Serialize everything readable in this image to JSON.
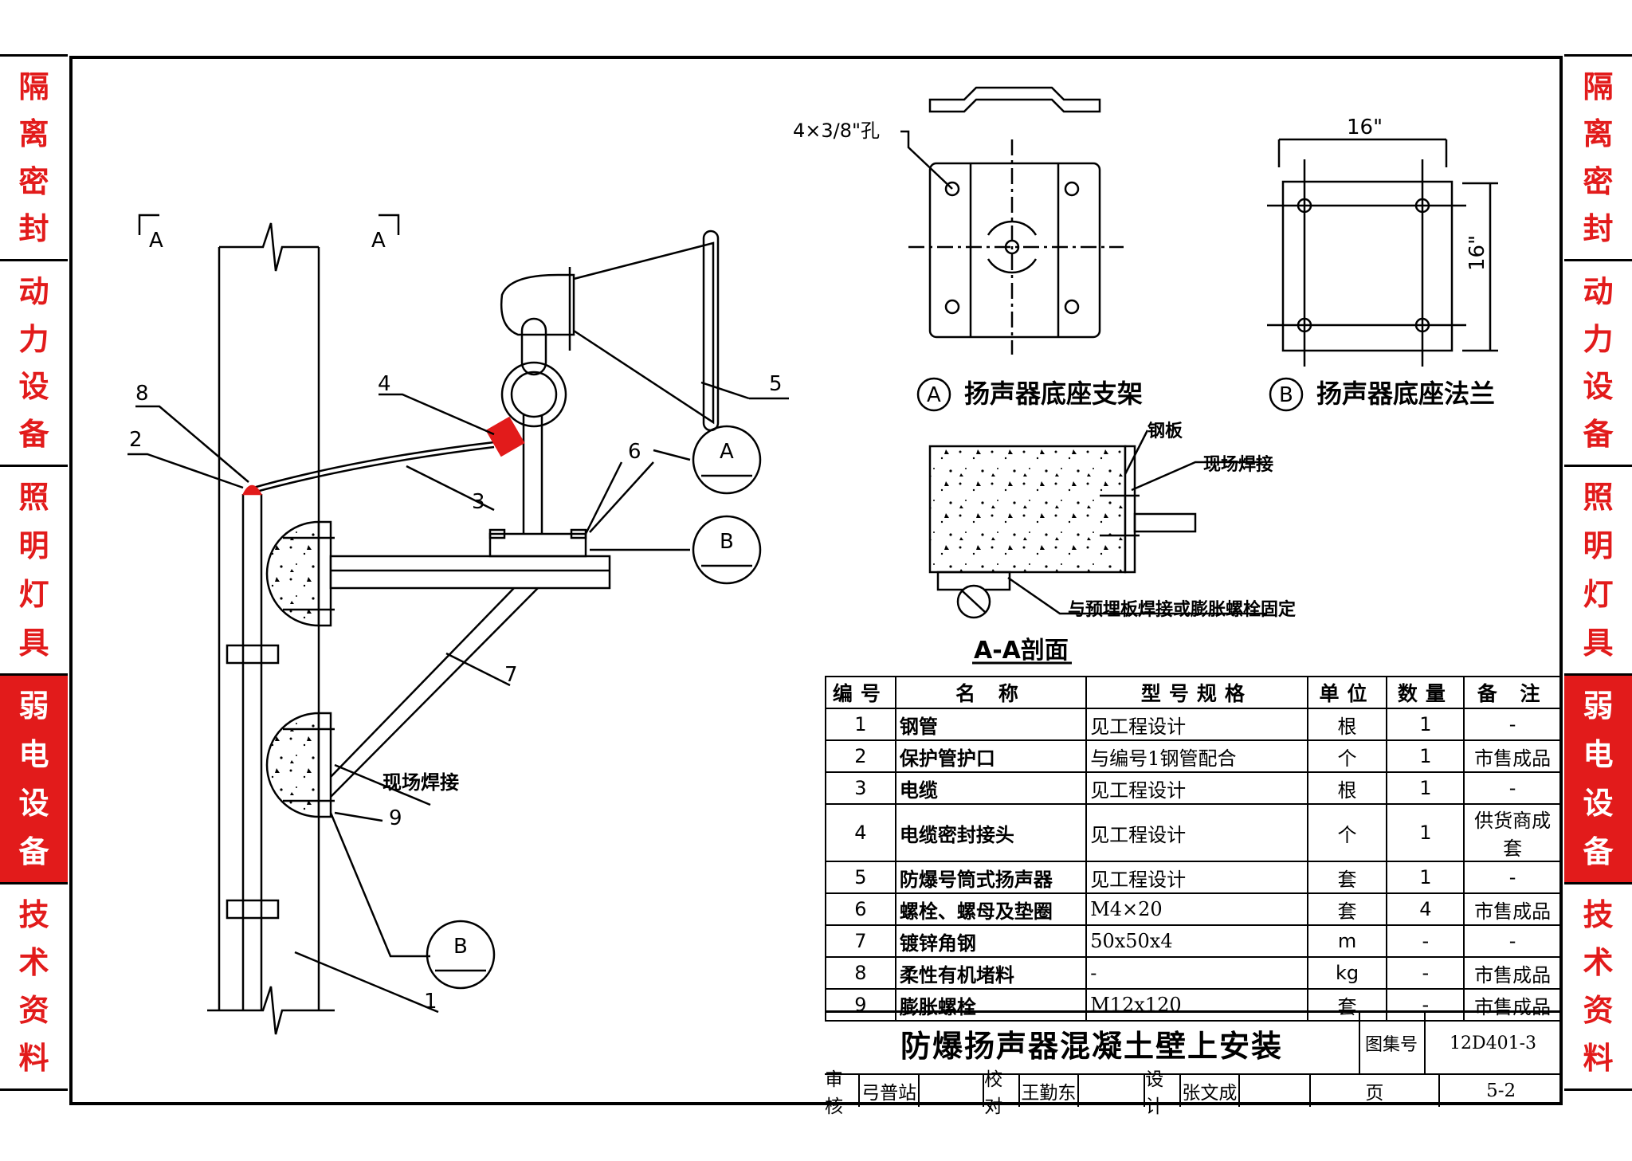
{
  "sidebar": {
    "sections": [
      {
        "label": "隔离密封",
        "active": false
      },
      {
        "label": "动力设备",
        "active": false
      },
      {
        "label": "照明灯具",
        "active": false
      },
      {
        "label": "弱电设备",
        "active": true
      },
      {
        "label": "技术资料",
        "active": false
      }
    ]
  },
  "drawing": {
    "callouts": [
      "1",
      "2",
      "3",
      "4",
      "5",
      "6",
      "7",
      "8",
      "9"
    ],
    "section_mark": "A",
    "detail_a_ref": "A",
    "detail_b_ref": "B",
    "field_weld": "现场焊接",
    "hole_note": "4×3/8\"孔",
    "dim_16": "16\"",
    "detail_a_title": "扬声器底座支架",
    "detail_b_title": "扬声器底座法兰",
    "steel_plate": "钢板",
    "section_weld": "现场焊接",
    "section_fix": "与预埋板焊接或膨胀螺栓固定",
    "section_title": "A-A剖面"
  },
  "table": {
    "headers": [
      "编号",
      "名 称",
      "型号规格",
      "单位",
      "数量",
      "备 注"
    ],
    "rows": [
      [
        "1",
        "钢管",
        "见工程设计",
        "根",
        "1",
        "-"
      ],
      [
        "2",
        "保护管护口",
        "与编号1钢管配合",
        "个",
        "1",
        "市售成品"
      ],
      [
        "3",
        "电缆",
        "见工程设计",
        "根",
        "1",
        "-"
      ],
      [
        "4",
        "电缆密封接头",
        "见工程设计",
        "个",
        "1",
        "供货商成套"
      ],
      [
        "5",
        "防爆号筒式扬声器",
        "见工程设计",
        "套",
        "1",
        "-"
      ],
      [
        "6",
        "螺栓、螺母及垫圈",
        "M4×20",
        "套",
        "4",
        "市售成品"
      ],
      [
        "7",
        "镀锌角钢",
        "50x50x4",
        "m",
        "-",
        "-"
      ],
      [
        "8",
        "柔性有机堵料",
        "-",
        "kg",
        "-",
        "市售成品"
      ],
      [
        "9",
        "膨胀螺栓",
        "M12x120",
        "套",
        "-",
        "市售成品"
      ]
    ]
  },
  "title_block": {
    "title": "防爆扬声器混凝土壁上安装",
    "atlas_label": "图集号",
    "atlas_no": "12D401-3",
    "page_label": "页",
    "page_no": "5-2",
    "review_label": "审核",
    "reviewer": "弓普站",
    "check_label": "校对",
    "checker": "王勤东",
    "design_label": "设计",
    "designer": "张文成"
  },
  "colors": {
    "accent": "#e21b1b"
  }
}
